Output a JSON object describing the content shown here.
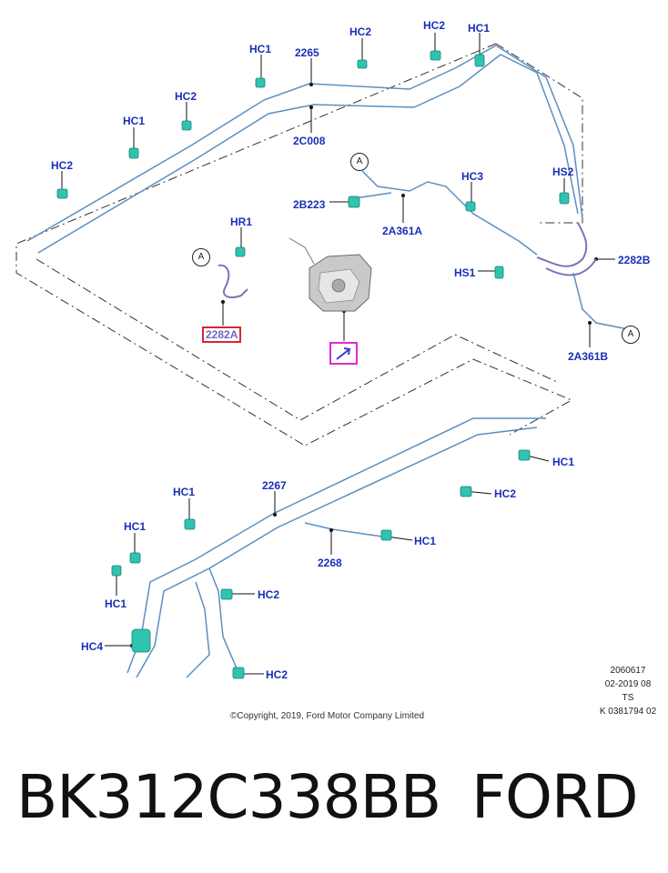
{
  "callouts": {
    "hc1_a": "HC1",
    "c2265": "2265",
    "hc2_a": "HC2",
    "hc2_b": "HC2",
    "hc1_b": "HC1",
    "hc2_c": "HC2",
    "hc1_c": "HC1",
    "hc2_d": "HC2",
    "c2c008": "2C008",
    "hr1": "HR1",
    "c2282a": "2282A",
    "c2b223": "2B223",
    "c2a361a": "2A361A",
    "hc3": "HC3",
    "hs2": "HS2",
    "c2282b": "2282B",
    "hs1": "HS1",
    "c2a361b": "2A361B",
    "hc1_d": "HC1",
    "hc2_e": "HC2",
    "hc1_e": "HC1",
    "c2267": "2267",
    "hc1_f": "HC1",
    "hc1_g": "HC1",
    "c2268": "2268",
    "hc1_h": "HC1",
    "hc2_f": "HC2",
    "hc4": "HC4",
    "hc2_g": "HC2"
  },
  "reference_marks": {
    "a1": "A",
    "a2": "A",
    "a3": "A"
  },
  "copyright": "©Copyright, 2019, Ford Motor Company Limited",
  "meta": {
    "code": "2060617",
    "date": "02-2019 08",
    "region": "TS",
    "ref": "K 0381794 02"
  },
  "part_number": "BK312C338BB",
  "brand": "FORD",
  "colors": {
    "callout": "#1a2fb8",
    "pipe": "#5b8fc0",
    "clip": "#2ec4b0",
    "highlight": "#e02bd0",
    "red_box": "#d8262f"
  }
}
